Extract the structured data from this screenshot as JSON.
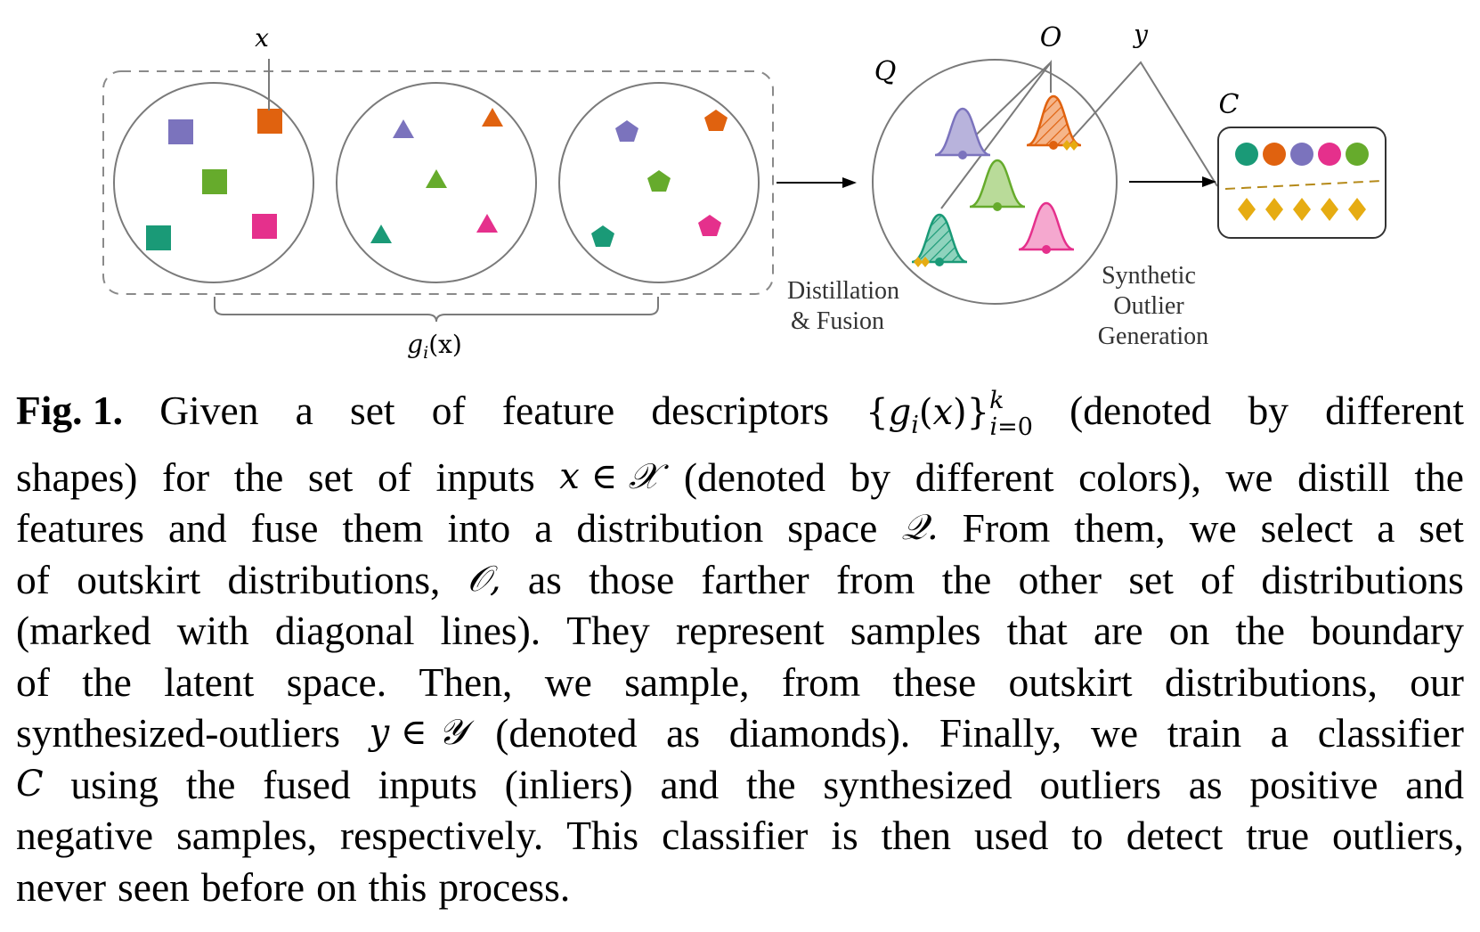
{
  "diagram": {
    "labels": {
      "x": "x",
      "g": "g",
      "g_sub": "i",
      "g_args": "(x)",
      "Q": "Q",
      "O": "O",
      "y": "y",
      "C": "C",
      "distill_1": "Distillation",
      "distill_2": "& Fusion",
      "synth_1": "Synthetic",
      "synth_2": "Outlier",
      "synth_3": "Generation"
    },
    "colors": {
      "purple": "#7b73bd",
      "orange": "#e0620f",
      "green": "#66ab2c",
      "teal": "#1a9a77",
      "pink": "#e5308c",
      "gold": "#e6ac12",
      "stroke": "#7a7a7a"
    },
    "input_groups": [
      {
        "shape": "square"
      },
      {
        "shape": "triangle"
      },
      {
        "shape": "pentagon"
      }
    ],
    "distributions": [
      {
        "color": "purple",
        "outskirt": false
      },
      {
        "color": "orange",
        "outskirt": true
      },
      {
        "color": "green",
        "outskirt": false
      },
      {
        "color": "teal",
        "outskirt": true
      },
      {
        "color": "pink",
        "outskirt": false
      }
    ],
    "classifier": {
      "inliers": [
        "teal",
        "orange",
        "purple",
        "pink",
        "green"
      ],
      "outliers": [
        "gold",
        "gold",
        "gold",
        "gold",
        "gold"
      ]
    }
  },
  "caption": {
    "lines": [
      [
        "Fig. 1.",
        "Given",
        "a",
        "set",
        "of",
        "feature",
        "descriptors",
        "{g_i(x)}_{i=0}^k",
        "(denoted",
        "by",
        "different"
      ],
      [
        "shapes)",
        "for",
        "the",
        "set",
        "of",
        "inputs",
        "x ∈ 𝒳",
        "(denoted",
        "by",
        "different",
        "colors),",
        "we",
        "distill",
        "the"
      ],
      [
        "features",
        "and",
        "fuse",
        "them",
        "into",
        "a",
        "distribution",
        "space",
        "𝒬.",
        "From",
        "them,",
        "we",
        "select",
        "a",
        "set"
      ],
      [
        "of",
        "outskirt",
        "distributions,",
        "𝒪,",
        "as",
        "those",
        "farther",
        "from",
        "the",
        "other",
        "set",
        "of",
        "distributions"
      ],
      [
        "(marked",
        "with",
        "diagonal",
        "lines).",
        "They",
        "represent",
        "samples",
        "that",
        "are",
        "on",
        "the",
        "boundary"
      ],
      [
        "of",
        "the",
        "latent",
        "space.",
        "Then,",
        "we",
        "sample,",
        "from",
        "these",
        "outskirt",
        "distributions,",
        "our"
      ],
      [
        "synthesized-outliers",
        "y ∈ 𝒴",
        "(denoted",
        "as",
        "diamonds).",
        "Finally,",
        "we",
        "train",
        "a",
        "classifier"
      ],
      [
        "C",
        "using",
        "the",
        "fused",
        "inputs",
        "(inliers)",
        "and",
        "the",
        "synthesized",
        "outliers",
        "as",
        "positive",
        "and"
      ],
      [
        "negative",
        "samples,",
        "respectively.",
        "This",
        "classifier",
        "is",
        "then",
        "used",
        "to",
        "detect",
        "true",
        "outliers,"
      ],
      [
        "never",
        "seen",
        "before",
        "on",
        "this",
        "process."
      ]
    ]
  }
}
